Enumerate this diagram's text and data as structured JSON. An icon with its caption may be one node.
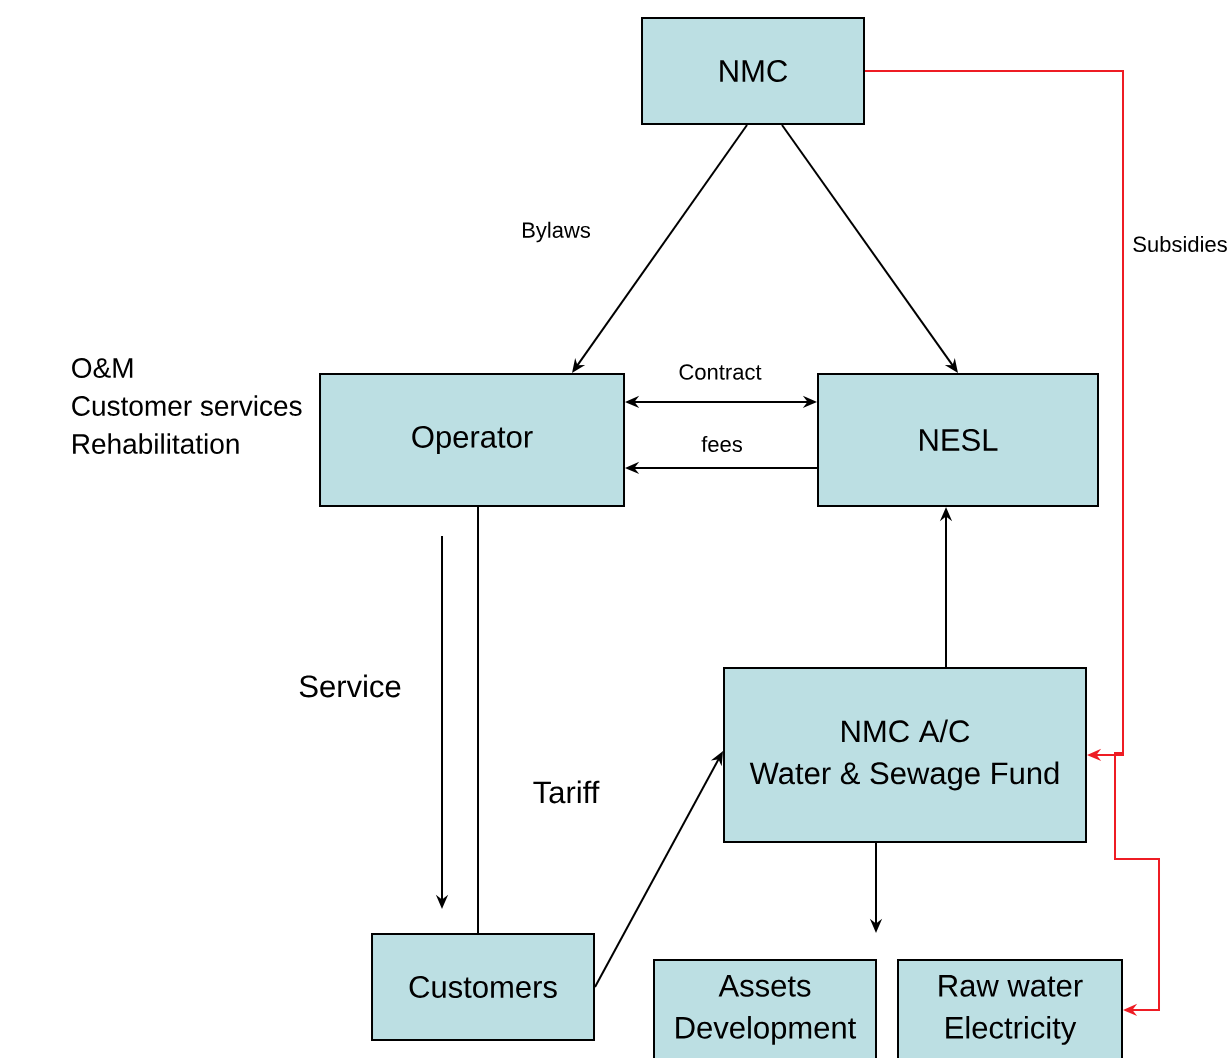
{
  "diagram": {
    "nodes": [
      {
        "text": [
          "NMC"
        ]
      },
      {
        "text": [
          "Operator"
        ],
        "beside": [
          "O&M",
          "Customer services",
          "Rehabilitation"
        ]
      },
      {
        "text": [
          "NESL"
        ]
      },
      {
        "text": [
          "NMC A/C",
          "Water & Sewage Fund"
        ]
      },
      {
        "text": [
          "Customers"
        ]
      },
      {
        "text": [
          "Assets Development"
        ]
      },
      {
        "text": [
          "Raw water",
          "Electricity"
        ]
      }
    ],
    "edges": [
      {
        "from": 0,
        "to": 1,
        "arrow": "to",
        "label": "Bylaws"
      },
      {
        "from": 0,
        "to": 2,
        "arrow": "to"
      },
      {
        "from": 1,
        "to": 2,
        "arrow": "both",
        "label": "Contract"
      },
      {
        "from": 2,
        "to": 1,
        "arrow": "to",
        "label": "fees"
      },
      {
        "from": 1,
        "to": 4,
        "arrow": "none"
      },
      {
        "from": null,
        "to": 4,
        "arrow": "to",
        "label": "Service"
      },
      {
        "from": 4,
        "to": 3,
        "arrow": "to",
        "label": "Tariff"
      },
      {
        "from": 3,
        "to": 2,
        "arrow": "to"
      },
      {
        "from": 3,
        "to": 5,
        "arrow": "to"
      },
      {
        "from": 0,
        "to": 3,
        "arrow": "to",
        "label": "Subsidies",
        "color": "#ee1c24"
      },
      {
        "from": 0,
        "to": 6,
        "arrow": "to",
        "color": "#ee1c24"
      }
    ]
  }
}
